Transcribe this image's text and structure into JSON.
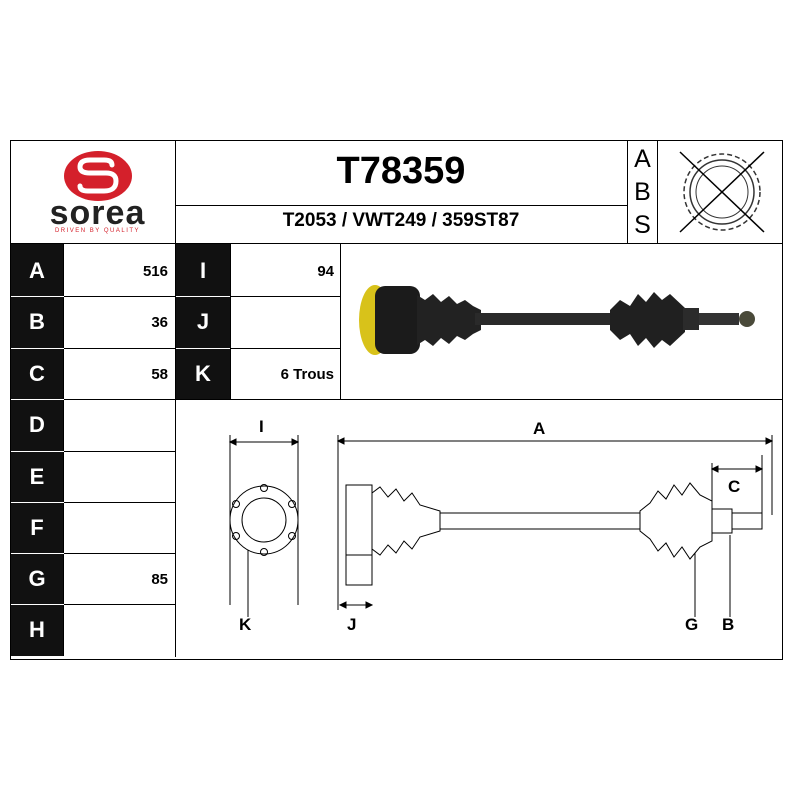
{
  "brand": {
    "name": "sorea",
    "tagline": "DRIVEN BY QUALITY",
    "color": "#d4202b"
  },
  "header": {
    "part_number": "T78359",
    "references": "T2053 / VWT249 / 359ST87",
    "abs_letters": [
      "A",
      "B",
      "S"
    ]
  },
  "specs": {
    "left": [
      {
        "key": "A",
        "value": "516"
      },
      {
        "key": "B",
        "value": "36"
      },
      {
        "key": "C",
        "value": "58"
      },
      {
        "key": "D",
        "value": ""
      },
      {
        "key": "E",
        "value": ""
      },
      {
        "key": "F",
        "value": ""
      },
      {
        "key": "G",
        "value": "85"
      },
      {
        "key": "H",
        "value": ""
      }
    ],
    "right": [
      {
        "key": "I",
        "value": "94"
      },
      {
        "key": "J",
        "value": ""
      },
      {
        "key": "K",
        "value": "6 Trous"
      }
    ]
  },
  "diagram_labels": {
    "I": "I",
    "A": "A",
    "C": "C",
    "K": "K",
    "J": "J",
    "G": "G",
    "B": "B"
  }
}
